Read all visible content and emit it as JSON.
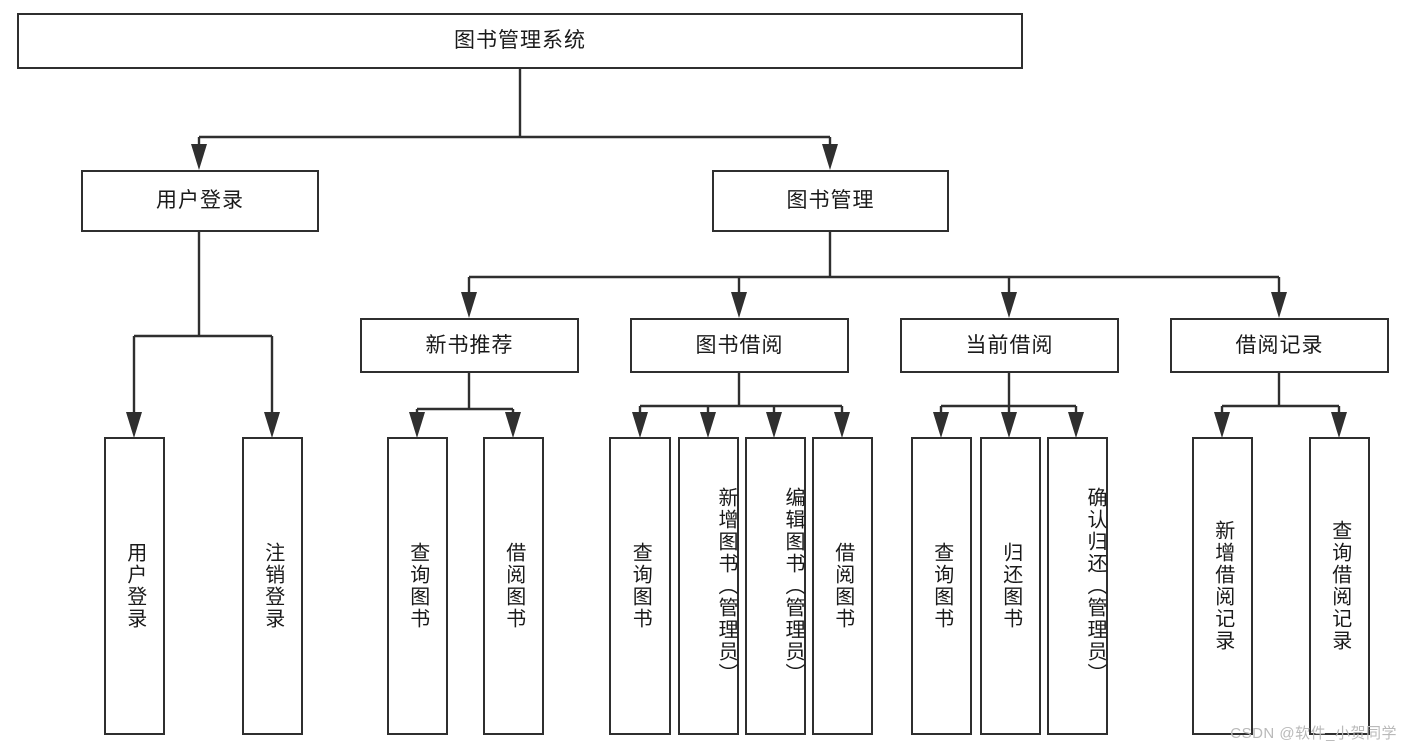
{
  "diagram": {
    "title": "图书管理系统",
    "root": {
      "label": "图书管理系统"
    },
    "level2": [
      {
        "label": "用户登录"
      },
      {
        "label": "图书管理"
      }
    ],
    "level3": [
      {
        "label": "新书推荐"
      },
      {
        "label": "图书借阅"
      },
      {
        "label": "当前借阅"
      },
      {
        "label": "借阅记录"
      }
    ],
    "leaves": {
      "user_login": [
        {
          "label": "用户登录"
        },
        {
          "label": "注销登录"
        }
      ],
      "new_book_recommend": [
        {
          "label": "查询图书"
        },
        {
          "label": "借阅图书"
        }
      ],
      "book_borrow": [
        {
          "label": "查询图书"
        },
        {
          "label": "新增图书（管理员）"
        },
        {
          "label": "编辑图书（管理员）"
        },
        {
          "label": "借阅图书"
        }
      ],
      "current_borrow": [
        {
          "label": "查询图书"
        },
        {
          "label": "归还图书"
        },
        {
          "label": "确认归还（管理员）"
        }
      ],
      "borrow_record": [
        {
          "label": "新增借阅记录"
        },
        {
          "label": "查询借阅记录"
        }
      ]
    },
    "watermark": "CSDN @软件_小贺同学",
    "colors": {
      "stroke": "#2f2f2f",
      "fill": "#ffffff",
      "text": "#1a1a1a",
      "watermark": "#b9b9b9"
    }
  }
}
